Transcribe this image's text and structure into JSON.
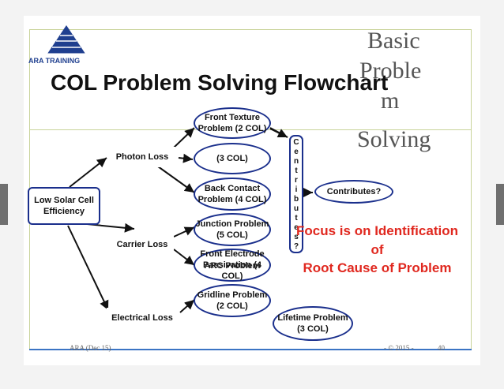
{
  "logo": {
    "text": "ARA TRAINING"
  },
  "title": "COL Problem Solving Flowchart",
  "side": {
    "line1": "Basic",
    "line2": "Proble",
    "line3": "m",
    "line4": "Solving"
  },
  "nodes": {
    "low_solar": "Low Solar Cell Efficiency",
    "photon_loss": "Photon Loss",
    "carrier_loss": "Carrier Loss",
    "electrical_loss": "Electrical Loss",
    "front_texture": "Front Texture Problem (2 COL)",
    "three_col": "(3 COL)",
    "back_contact": "Back Contact Problem (4 COL)",
    "junction": "Junction Problem (5 COL)",
    "front_electrode": "Front Electrode Passivation (4 COL)",
    "arc_problem": "ARC Problem",
    "gridline": "Gridline Problem (2 COL)",
    "centered_vertical": "C e n t r i b u t e s ?",
    "contributes": "Contributes?",
    "lifetime": "Lifetime Problem (3 COL)"
  },
  "focus": {
    "line1": "Focus is on Identification",
    "line2": "of",
    "line3": "Root Cause of Problem"
  },
  "footer": {
    "left": "ARA (Dec 15)",
    "right": "- © 2015 -",
    "page": "40"
  },
  "colors": {
    "oval_border": "#1a2f8c",
    "focus_text": "#e0281f",
    "frame_rule": "#c9d39a",
    "footer_rule": "#3b74c4"
  }
}
